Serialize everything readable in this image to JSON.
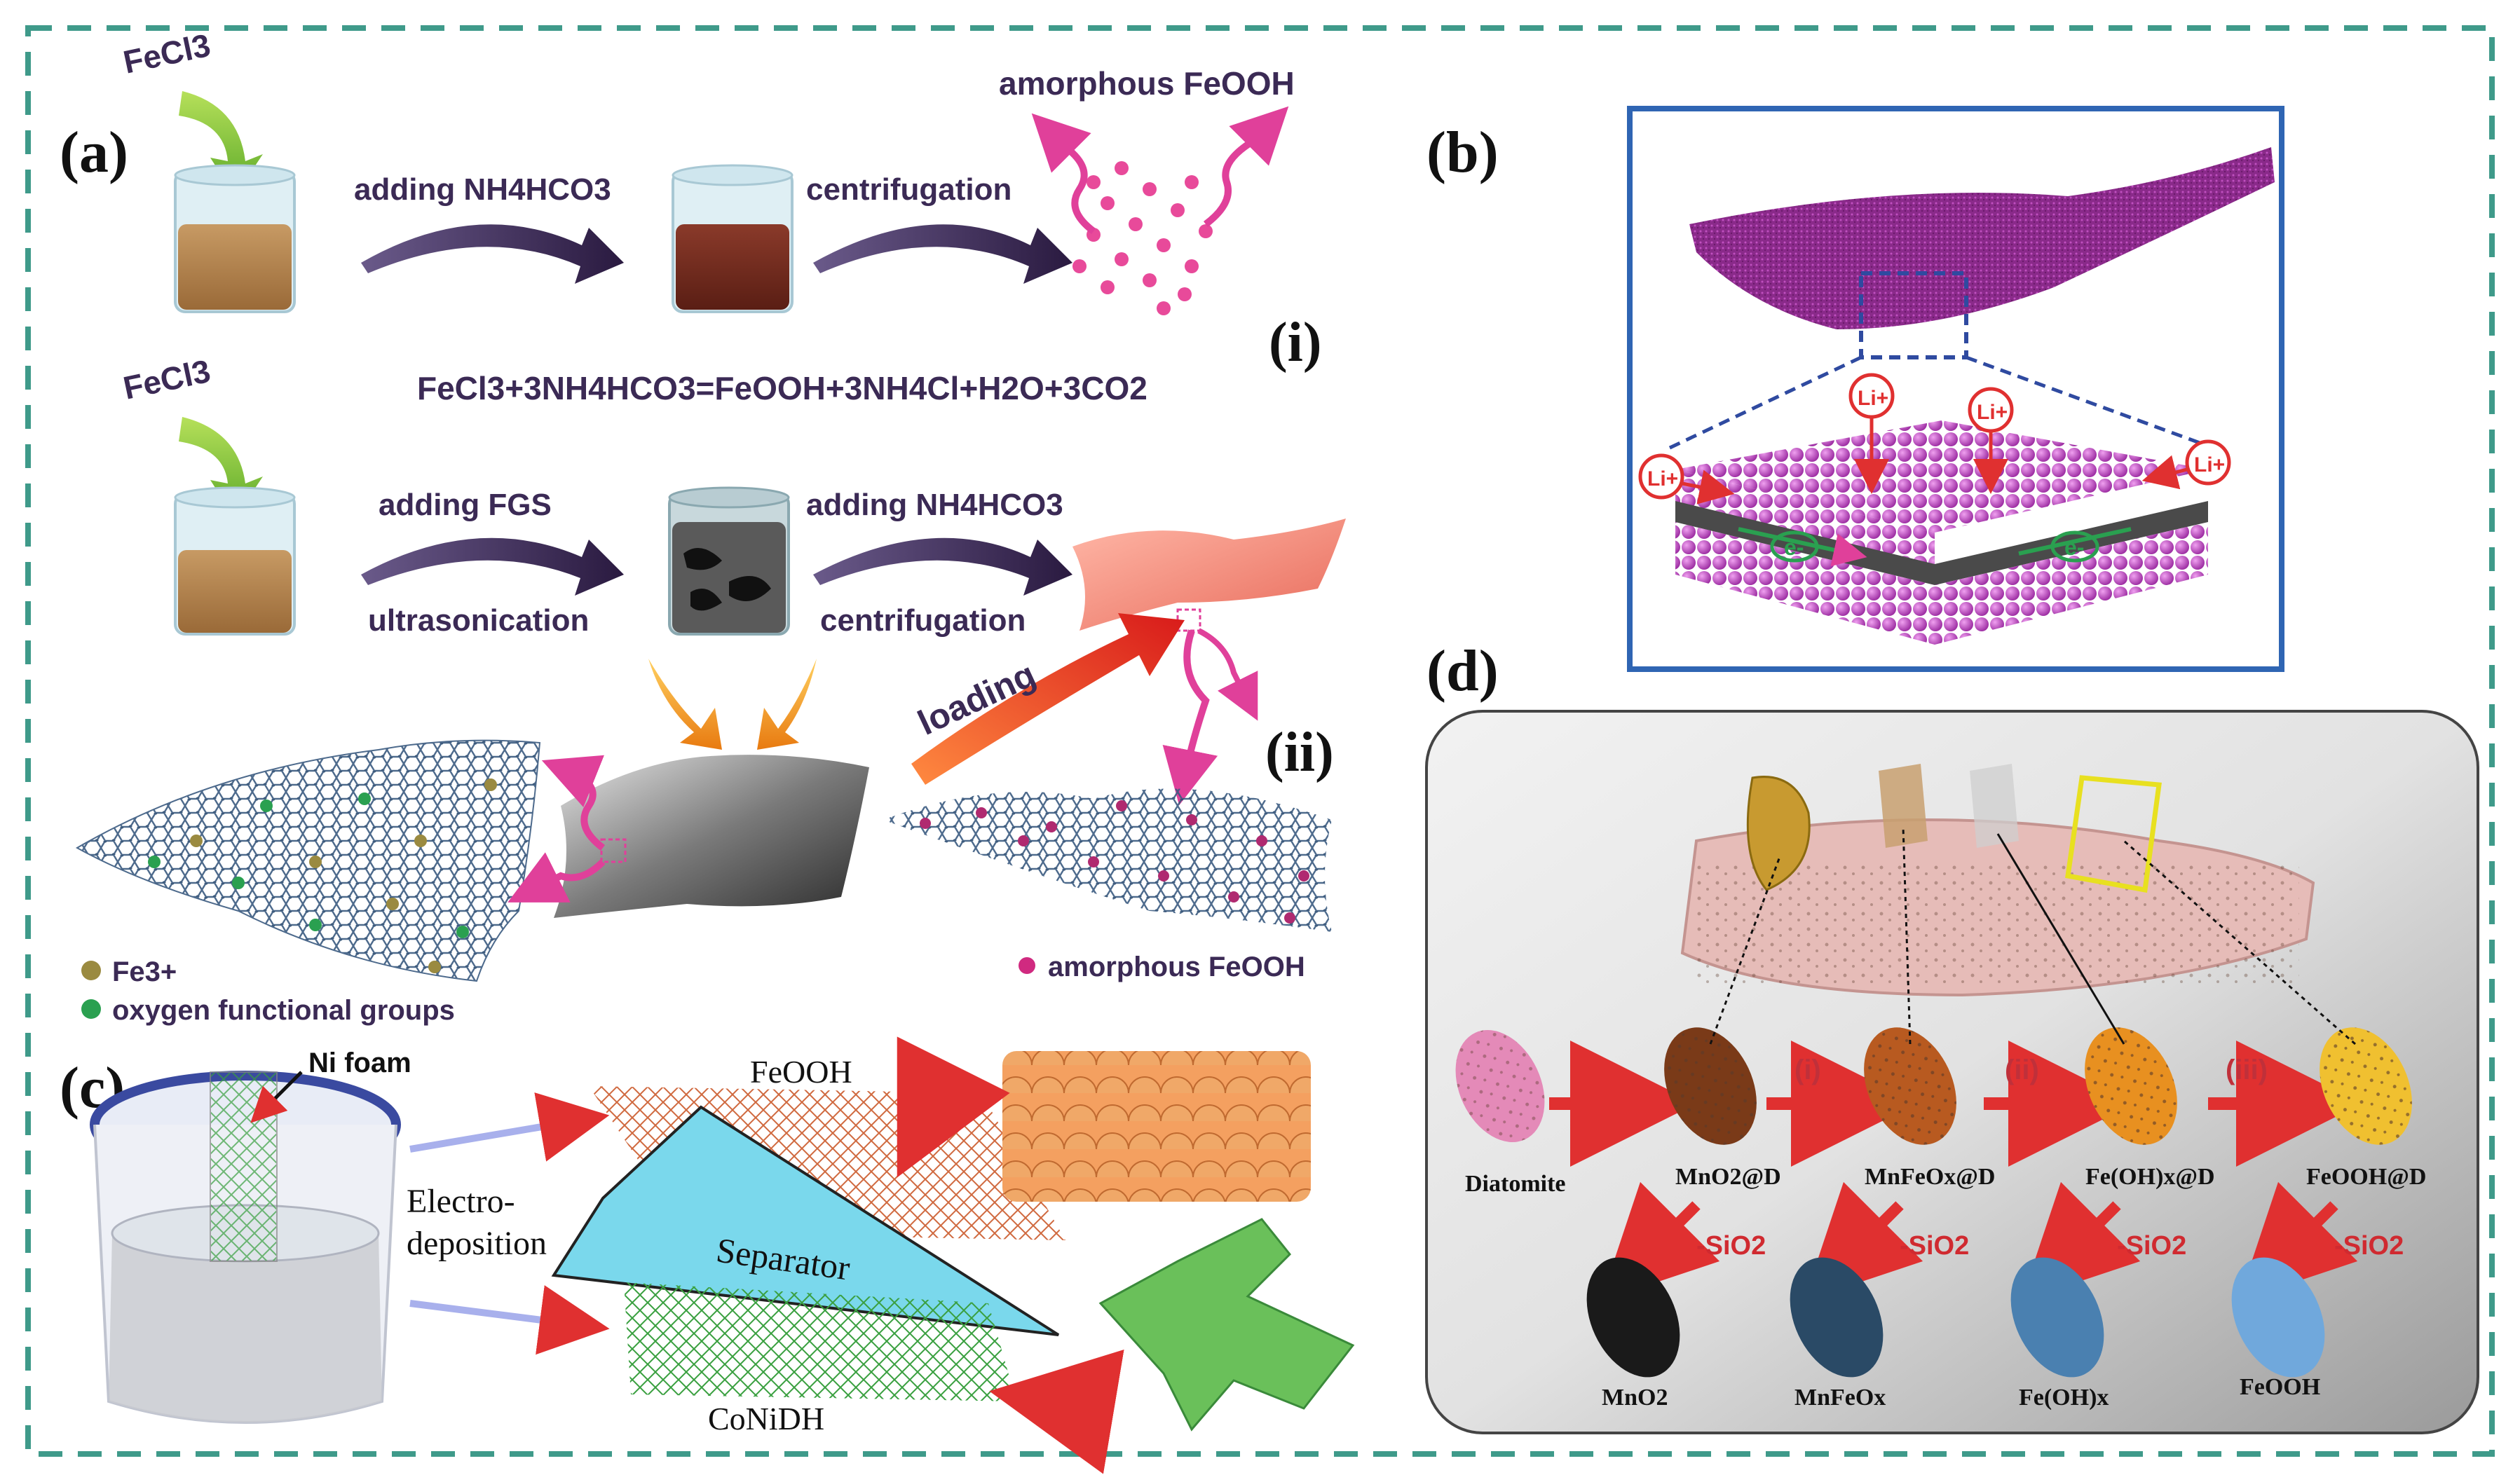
{
  "panel_a": {
    "label": "(a)",
    "row1": {
      "reagent": "FeCl3",
      "step1": "adding NH4HCO3",
      "step2": "centrifugation",
      "product": "amorphous FeOOH",
      "tag": "(i)"
    },
    "equation": "FeCl3+3NH4HCO3=FeOOH+3NH4Cl+H2O+3CO2",
    "row2": {
      "reagent": "FeCl3",
      "step1_top": "adding FGS",
      "step1_bottom": "ultrasonication",
      "step2_top": "adding NH4HCO3",
      "step2_bottom": "centrifugation"
    },
    "loading": "loading",
    "tag2": "(ii)",
    "legend": {
      "fe3": "Fe3+",
      "oxygen": "oxygen functional groups",
      "feooh": "amorphous FeOOH"
    }
  },
  "panel_b": {
    "label": "(b)",
    "li_ion": "Li+",
    "electron": "e-"
  },
  "panel_c": {
    "label": "(c)",
    "ni_foam": "Ni foam",
    "electro_1": "Electro-",
    "electro_2": "deposition",
    "feooh": "FeOOH",
    "separator": "Separator",
    "coni": "CoNiDH"
  },
  "panel_d": {
    "label": "(d)",
    "steps": [
      "(i)",
      "(ii)",
      "(iii)"
    ],
    "top_row": [
      "Diatomite",
      "MnO2@D",
      "MnFeOx@D",
      "Fe(OH)x@D",
      "FeOOH@D"
    ],
    "removal": "-SiO2",
    "bottom_row": [
      "MnO2",
      "MnFeOx",
      "Fe(OH)x",
      "FeOOH"
    ]
  },
  "colors": {
    "border_dash": "#3f9a8a",
    "arrow_dark": "#3b2a55",
    "pink": "#e0409a",
    "red": "#e03030",
    "blue_frame": "#2f65b3",
    "purple": "#a0309a"
  }
}
